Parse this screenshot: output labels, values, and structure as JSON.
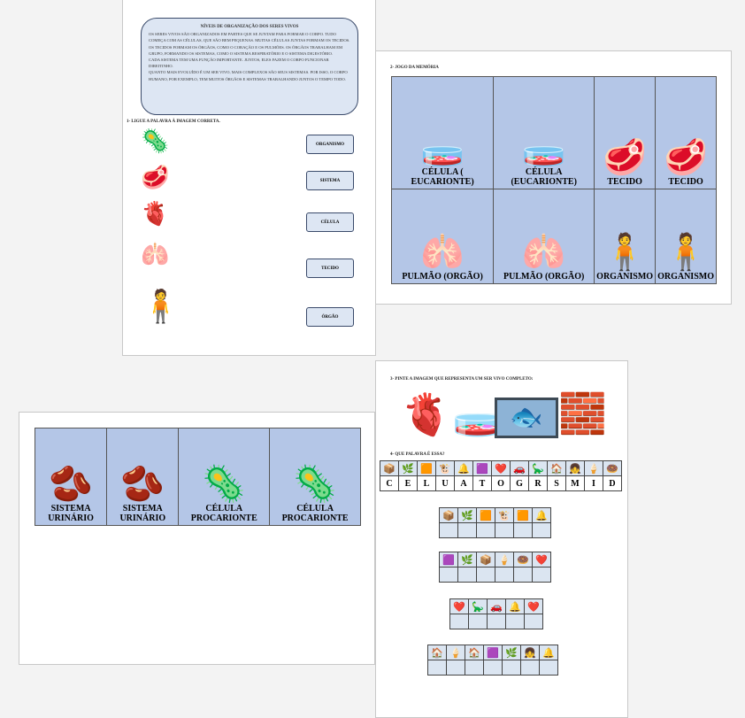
{
  "page1": {
    "title": "NÍVEIS DE ORGANIZAÇÃO DOS SERES VIVOS",
    "paragraphs": [
      "OS SERES VIVOS SÃO ORGANIZADOS EM PARTES QUE SE JUNTAM PARA FORMAR O CORPO. TUDO COMEÇA COM AS CÉLULAS, QUE SÃO BEM PEQUENAS. MUITAS CÉLULAS JUNTAS FORMAM OS TECIDOS. OS TECIDOS FORMAM OS ÓRGÃOS, COMO O CORAÇÃO E OS PULMÕES. OS ÓRGÃOS TRABALHAM EM GRUPO, FORMANDO OS SISTEMAS, COMO O SISTEMA RESPIRATÓRIO E O SISTEMA DIGESTÓRIO.",
      "CADA SISTEMA TEM UMA FUNÇÃO IMPORTANTE. JUNTOS, ELES FAZEM O CORPO FUNCIONAR DIREITINHO.",
      "QUANTO MAIS EVOLUÍDO É UM SER VIVO, MAIS COMPLEXOS SÃO SEUS SISTEMAS. POR ISSO, O CORPO HUMANO, POR EXEMPLO, TEM MUITOS ÓRGÃOS E SISTEMAS TRABALHANDO JUNTOS O TEMPO TODO."
    ],
    "question": "1- LIGUE A PALAVRA À IMAGEM CORRETA.",
    "images": [
      "🦠",
      "🥩",
      "🫀",
      "🫁",
      "🧍"
    ],
    "labels": [
      "ORGANISMO",
      "SISTEMA",
      "CÉLULA",
      "TECIDO",
      "ÓRGÃO"
    ]
  },
  "page2": {
    "question": "2- JOGO DA MEMÓRIA",
    "cards": [
      {
        "icon": "🧫",
        "label": "CÉLULA ( EUCARIONTE)"
      },
      {
        "icon": "🧫",
        "label": "CÉLULA (EUCARIONTE)"
      },
      {
        "icon": "🥩",
        "label": "TECIDO"
      },
      {
        "icon": "🥩",
        "label": "TECIDO"
      },
      {
        "icon": "🫁",
        "label": "PULMÃO (ORGÃO)"
      },
      {
        "icon": "🫁",
        "label": "PULMÃO (ORGÃO)"
      },
      {
        "icon": "🧍",
        "label": "ORGANISMO"
      },
      {
        "icon": "🧍",
        "label": "ORGANISMO"
      }
    ]
  },
  "page3": {
    "cards": [
      {
        "icon": "🫘",
        "label": "SISTEMA URINÁRIO"
      },
      {
        "icon": "🫘",
        "label": "SISTEMA URINÁRIO"
      },
      {
        "icon": "🦠",
        "label": "CÉLULA PROCARIONTE"
      },
      {
        "icon": "🦠",
        "label": "CÉLULA PROCARIONTE"
      }
    ]
  },
  "page4": {
    "question3": "3- PINTE A IMAGEM QUE REPRESENTA UM SER VIVO COMPLETO:",
    "images": [
      "🫀",
      "🧫",
      "🐟",
      "🧱"
    ],
    "question4": "4- QUE PALAVRA É ESSA?",
    "key_icons": [
      "📦",
      "🌿",
      "🟧",
      "🐮",
      "🔔",
      "🟪",
      "❤️",
      "🚗",
      "🦕",
      "🏠",
      "👧",
      "🍦",
      "🍩"
    ],
    "key_letters": [
      "C",
      "E",
      "L",
      "U",
      "A",
      "T",
      "O",
      "G",
      "R",
      "S",
      "M",
      "I",
      "D"
    ],
    "words": [
      [
        "📦",
        "🌿",
        "🟧",
        "🐮",
        "🟧",
        "🔔"
      ],
      [
        "🟪",
        "🌿",
        "📦",
        "🍦",
        "🍩",
        "❤️"
      ],
      [
        "❤️",
        "🦕",
        "🚗",
        "🔔",
        "❤️"
      ],
      [
        "🏠",
        "🍦",
        "🏠",
        "🟪",
        "🌿",
        "👧",
        "🔔"
      ]
    ]
  }
}
